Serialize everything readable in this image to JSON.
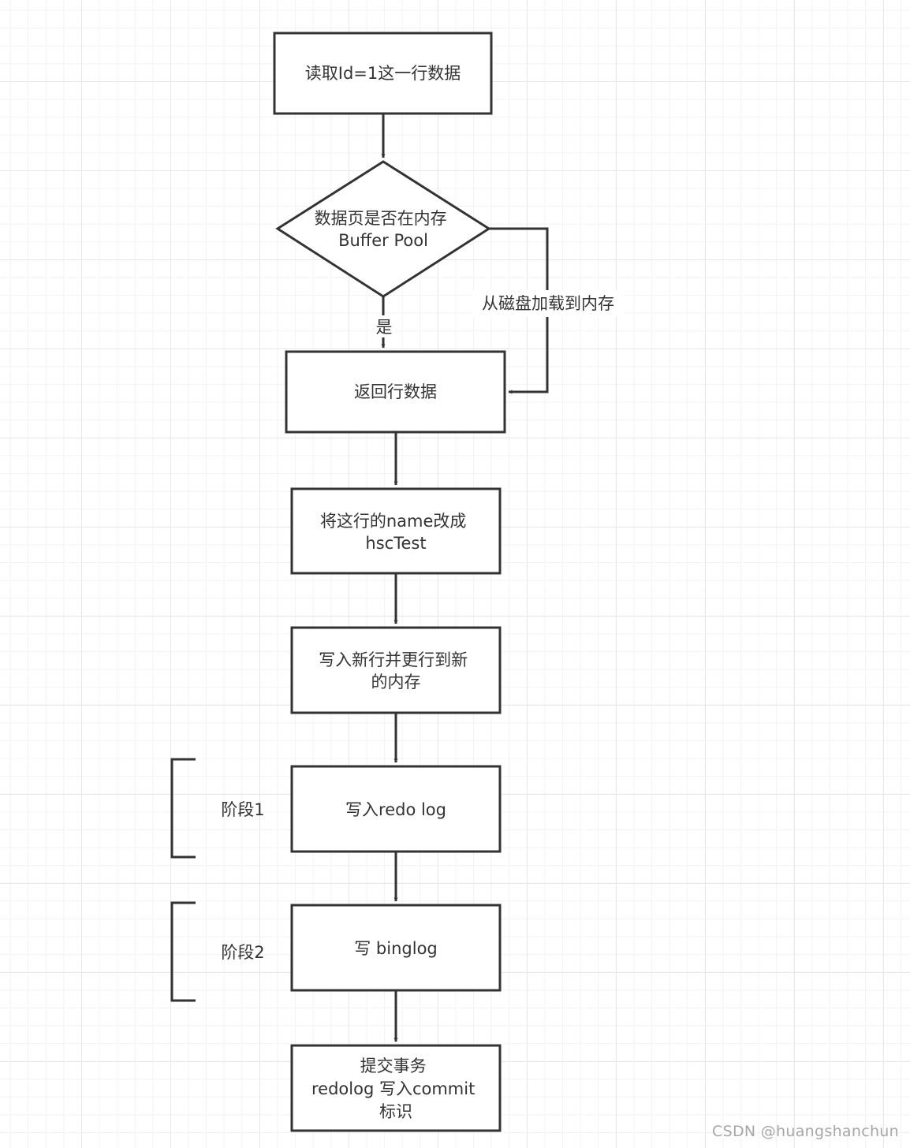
{
  "diagram": {
    "nodes": {
      "read_row": [
        "读取Id=1这一行数据"
      ],
      "check_buffer": [
        "数据页是否在内存",
        "Buffer Pool"
      ],
      "return_row": [
        "返回行数据"
      ],
      "modify_name": [
        "将这行的name改成",
        "hscTest"
      ],
      "write_memory": [
        "写入新行并更行到新",
        "的内存"
      ],
      "write_redo": [
        "写入redo log"
      ],
      "write_binlog": [
        "写 binglog"
      ],
      "commit": [
        "提交事务",
        "redolog 写入commit",
        "标识"
      ]
    },
    "edges": {
      "yes_label": "是",
      "load_label": "从磁盘加载到内存"
    },
    "stages": {
      "stage1": "阶段1",
      "stage2": "阶段2"
    }
  },
  "watermark": "CSDN @huangshanchun",
  "colors": {
    "stroke": "#333333",
    "text": "#333333",
    "watermark": "#a6a6a6"
  }
}
